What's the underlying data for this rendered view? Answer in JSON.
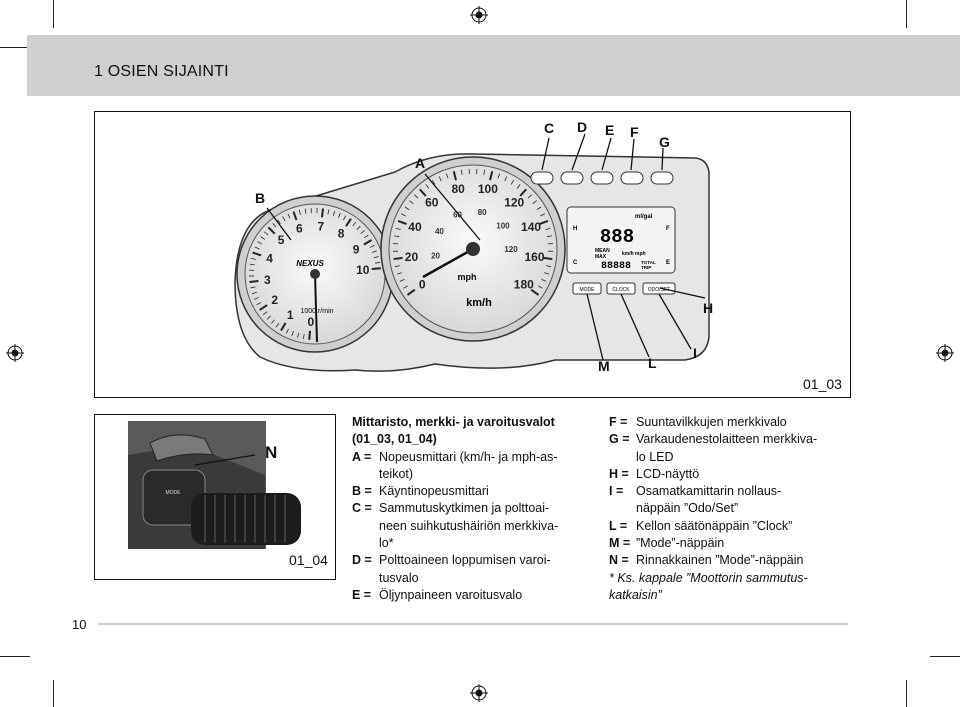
{
  "header": {
    "title": "1 OSIEN SIJAINTI"
  },
  "figure1": {
    "caption": "01_03",
    "callouts": {
      "A": "A",
      "B": "B",
      "C": "C",
      "D": "D",
      "E": "E",
      "F": "F",
      "G": "G",
      "H": "H",
      "I": "I",
      "L": "L",
      "M": "M"
    },
    "speedometer": {
      "unit": "km/h",
      "kmh_ticks": [
        "0",
        "20",
        "40",
        "60",
        "80",
        "100",
        "120",
        "140",
        "160",
        "180"
      ],
      "mph_ticks": [
        "20",
        "40",
        "60",
        "80",
        "100",
        "120"
      ],
      "mph_label": "mph"
    },
    "tachometer": {
      "ticks": [
        "0",
        "1",
        "2",
        "3",
        "4",
        "5",
        "6",
        "7",
        "8",
        "9",
        "10"
      ],
      "brand": "NEXUS",
      "unit": "1000 r/min"
    },
    "lcd": {
      "digits": "888",
      "unit_top": "ml/gal",
      "units": "km/h mph",
      "mean_label": "MEAN",
      "max_label": "MAX",
      "odo_digits": "88888",
      "total_label": "TOTAL",
      "trip_label": "TRIP",
      "h_label": "H",
      "c_label": "C",
      "f_label": "F",
      "e_label": "E"
    },
    "buttons": {
      "mode": "MODE",
      "clock": "CLOCK",
      "odo": "ODO/SET"
    }
  },
  "figure2": {
    "caption": "01_04",
    "callout": "N",
    "switch_label": "MODE"
  },
  "legend": {
    "heading": "Mittaristo, merkki- ja varoitusvalot",
    "subheading": "(01_03, 01_04)",
    "items_left": [
      {
        "key": "A =",
        "lines": [
          "Nopeusmittari (km/h- ja mph-as-",
          "teikot)"
        ]
      },
      {
        "key": "B =",
        "lines": [
          "Käyntinopeusmittari"
        ]
      },
      {
        "key": "C =",
        "lines": [
          "Sammutuskytkimen ja polttoai-",
          "neen suihkutushäiriön merkkiva-",
          "lo*"
        ]
      },
      {
        "key": "D =",
        "lines": [
          "Polttoaineen loppumisen varoi-",
          "tusvalo"
        ]
      },
      {
        "key": "E =",
        "lines": [
          "Öljynpaineen varoitusvalo"
        ]
      }
    ],
    "items_right": [
      {
        "key": "F =",
        "lines": [
          "Suuntavilkkujen merkkivalo"
        ]
      },
      {
        "key": "G =",
        "lines": [
          "Varkaudenestolaitteen merkkiva-",
          "lo LED"
        ]
      },
      {
        "key": "H =",
        "lines": [
          "LCD-näyttö"
        ]
      },
      {
        "key": "I =",
        "lines": [
          "Osamatkamittarin nollaus-",
          "näppäin ”Odo/Set”"
        ]
      },
      {
        "key": "L =",
        "lines": [
          "Kellon säätönäppäin ”Clock”"
        ]
      },
      {
        "key": "M =",
        "lines": [
          "”Mode”-näppäin"
        ]
      },
      {
        "key": "N =",
        "lines": [
          "Rinnakkainen ”Mode”-näppäin"
        ]
      }
    ],
    "footnote_lines": [
      "* Ks. kappale ”Moottorin sammutus-",
      "katkaisin”"
    ]
  },
  "page": {
    "number": "10"
  }
}
